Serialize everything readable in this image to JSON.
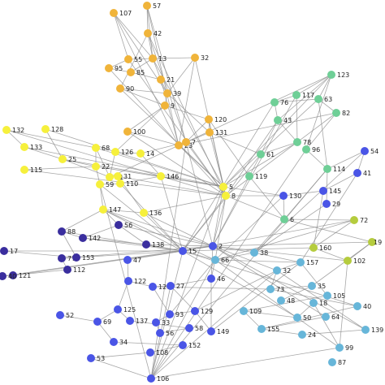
{
  "graph": {
    "colors": {
      "orange": "#F0B43A",
      "yellow": "#F6F03C",
      "green": "#6FCF97",
      "lime": "#B5CC3E",
      "blue": "#4A55E6",
      "darkblue": "#3A2E9E",
      "cyan": "#67B6D9"
    },
    "nodes": [
      {
        "id": "107",
        "c": "orange"
      },
      {
        "id": "57",
        "c": "orange"
      },
      {
        "id": "42",
        "c": "orange"
      },
      {
        "id": "55",
        "c": "orange"
      },
      {
        "id": "13",
        "c": "orange"
      },
      {
        "id": "32",
        "c": "orange"
      },
      {
        "id": "95",
        "c": "orange"
      },
      {
        "id": "85",
        "c": "orange"
      },
      {
        "id": "21",
        "c": "orange"
      },
      {
        "id": "90",
        "c": "orange"
      },
      {
        "id": "39",
        "c": "orange"
      },
      {
        "id": "9",
        "c": "orange"
      },
      {
        "id": "120",
        "c": "orange"
      },
      {
        "id": "100",
        "c": "orange"
      },
      {
        "id": "131",
        "c": "orange"
      },
      {
        "id": "23",
        "c": "orange"
      },
      {
        "id": "7",
        "c": "orange"
      },
      {
        "id": "132",
        "c": "yellow"
      },
      {
        "id": "128",
        "c": "yellow"
      },
      {
        "id": "133",
        "c": "yellow"
      },
      {
        "id": "68",
        "c": "yellow"
      },
      {
        "id": "126",
        "c": "yellow"
      },
      {
        "id": "14",
        "c": "yellow"
      },
      {
        "id": "25",
        "c": "yellow"
      },
      {
        "id": "115",
        "c": "yellow"
      },
      {
        "id": "22",
        "c": "yellow"
      },
      {
        "id": "11",
        "c": "yellow"
      },
      {
        "id": "31",
        "c": "yellow"
      },
      {
        "id": "59",
        "c": "yellow"
      },
      {
        "id": "110",
        "c": "yellow"
      },
      {
        "id": "146",
        "c": "yellow"
      },
      {
        "id": "147",
        "c": "yellow"
      },
      {
        "id": "136",
        "c": "yellow"
      },
      {
        "id": "5",
        "c": "yellow"
      },
      {
        "id": "8",
        "c": "yellow"
      },
      {
        "id": "123",
        "c": "green"
      },
      {
        "id": "117",
        "c": "green"
      },
      {
        "id": "76",
        "c": "green"
      },
      {
        "id": "63",
        "c": "green"
      },
      {
        "id": "43",
        "c": "green"
      },
      {
        "id": "82",
        "c": "green"
      },
      {
        "id": "78",
        "c": "green"
      },
      {
        "id": "96",
        "c": "green"
      },
      {
        "id": "61",
        "c": "green"
      },
      {
        "id": "114",
        "c": "green"
      },
      {
        "id": "119",
        "c": "green"
      },
      {
        "id": "6",
        "c": "green"
      },
      {
        "id": "72",
        "c": "lime"
      },
      {
        "id": "19",
        "c": "lime"
      },
      {
        "id": "160",
        "c": "lime"
      },
      {
        "id": "102",
        "c": "lime"
      },
      {
        "id": "54",
        "c": "blue"
      },
      {
        "id": "41",
        "c": "blue"
      },
      {
        "id": "130",
        "c": "blue"
      },
      {
        "id": "145",
        "c": "blue"
      },
      {
        "id": "29",
        "c": "blue"
      },
      {
        "id": "88",
        "c": "darkblue"
      },
      {
        "id": "142",
        "c": "darkblue"
      },
      {
        "id": "56",
        "c": "darkblue"
      },
      {
        "id": "138",
        "c": "darkblue"
      },
      {
        "id": "17",
        "c": "darkblue"
      },
      {
        "id": "77",
        "c": "darkblue"
      },
      {
        "id": "153",
        "c": "darkblue"
      },
      {
        "id": "112",
        "c": "darkblue"
      },
      {
        "id": "121",
        "c": "darkblue"
      },
      {
        "id": "40",
        "c": "darkblue"
      },
      {
        "id": "15",
        "c": "blue"
      },
      {
        "id": "2",
        "c": "blue"
      },
      {
        "id": "47",
        "c": "blue"
      },
      {
        "id": "122",
        "c": "blue"
      },
      {
        "id": "120",
        "c": "blue"
      },
      {
        "id": "27",
        "c": "blue"
      },
      {
        "id": "46",
        "c": "blue"
      },
      {
        "id": "125",
        "c": "blue"
      },
      {
        "id": "93",
        "c": "blue"
      },
      {
        "id": "129",
        "c": "blue"
      },
      {
        "id": "137",
        "c": "blue"
      },
      {
        "id": "33",
        "c": "blue"
      },
      {
        "id": "58",
        "c": "blue"
      },
      {
        "id": "56",
        "c": "blue"
      },
      {
        "id": "149",
        "c": "blue"
      },
      {
        "id": "52",
        "c": "blue"
      },
      {
        "id": "69",
        "c": "blue"
      },
      {
        "id": "34",
        "c": "blue"
      },
      {
        "id": "152",
        "c": "blue"
      },
      {
        "id": "108",
        "c": "blue"
      },
      {
        "id": "53",
        "c": "blue"
      },
      {
        "id": "106",
        "c": "blue"
      },
      {
        "id": "66",
        "c": "cyan"
      },
      {
        "id": "38",
        "c": "cyan"
      },
      {
        "id": "157",
        "c": "cyan"
      },
      {
        "id": "32",
        "c": "cyan"
      },
      {
        "id": "73",
        "c": "cyan"
      },
      {
        "id": "35",
        "c": "cyan"
      },
      {
        "id": "48",
        "c": "cyan"
      },
      {
        "id": "105",
        "c": "cyan"
      },
      {
        "id": "109",
        "c": "cyan"
      },
      {
        "id": "50",
        "c": "cyan"
      },
      {
        "id": "18",
        "c": "cyan"
      },
      {
        "id": "64",
        "c": "cyan"
      },
      {
        "id": "40",
        "c": "cyan"
      },
      {
        "id": "155",
        "c": "cyan"
      },
      {
        "id": "24",
        "c": "cyan"
      },
      {
        "id": "139",
        "c": "cyan"
      },
      {
        "id": "99",
        "c": "cyan"
      },
      {
        "id": "87",
        "c": "cyan"
      }
    ]
  }
}
